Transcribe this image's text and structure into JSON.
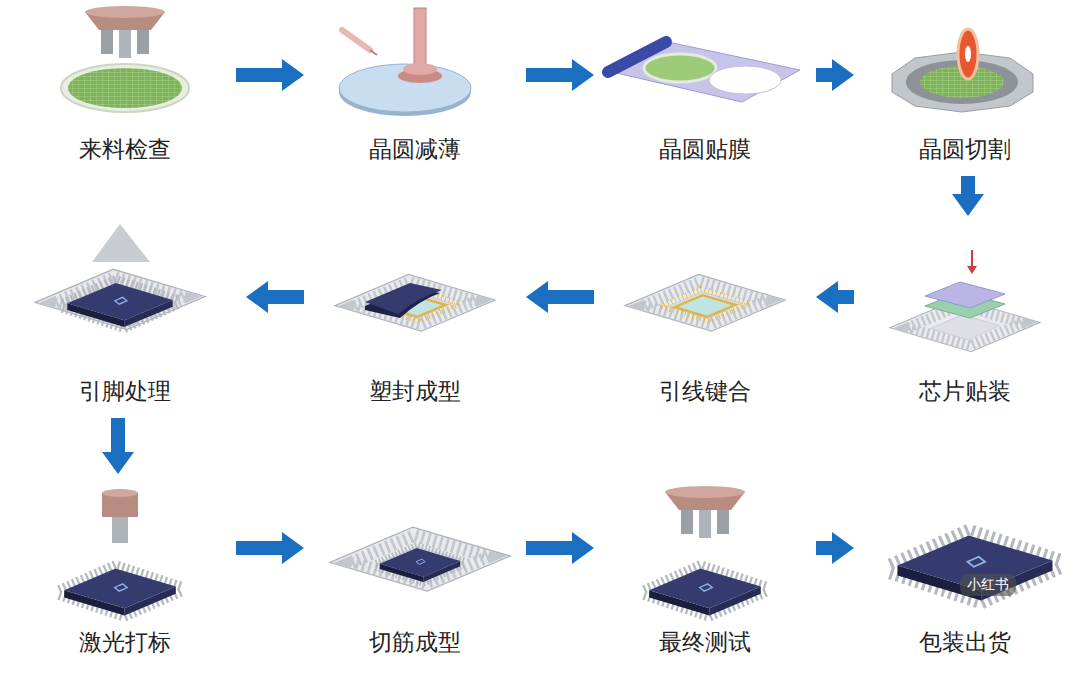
{
  "diagram": {
    "nodes": [
      {
        "text": [
          "来料检查"
        ]
      },
      {
        "text": [
          "晶圆减薄"
        ]
      },
      {
        "text": [
          "晶圆贴膜"
        ]
      },
      {
        "text": [
          "晶圆切割"
        ]
      },
      {
        "text": [
          "芯片贴装"
        ]
      },
      {
        "text": [
          "引线键合"
        ]
      },
      {
        "text": [
          "塑封成型"
        ]
      },
      {
        "text": [
          "引脚处理"
        ]
      },
      {
        "text": [
          "激光打标"
        ]
      },
      {
        "text": [
          "切筋成型"
        ]
      },
      {
        "text": [
          "最终测试"
        ]
      },
      {
        "text": [
          "包装出货"
        ]
      }
    ],
    "edges": [
      {
        "from": 0,
        "to": 1,
        "arrow": "to"
      },
      {
        "from": 1,
        "to": 2,
        "arrow": "to"
      },
      {
        "from": 2,
        "to": 3,
        "arrow": "to"
      },
      {
        "from": 3,
        "to": 4,
        "arrow": "to"
      },
      {
        "from": 4,
        "to": 5,
        "arrow": "to"
      },
      {
        "from": 5,
        "to": 6,
        "arrow": "to"
      },
      {
        "from": 6,
        "to": 7,
        "arrow": "to"
      },
      {
        "from": 7,
        "to": 8,
        "arrow": "to"
      },
      {
        "from": 8,
        "to": 9,
        "arrow": "to"
      },
      {
        "from": 9,
        "to": 10,
        "arrow": "to"
      },
      {
        "from": 10,
        "to": 11,
        "arrow": "to"
      }
    ],
    "labels": [
      "小红书"
    ]
  }
}
